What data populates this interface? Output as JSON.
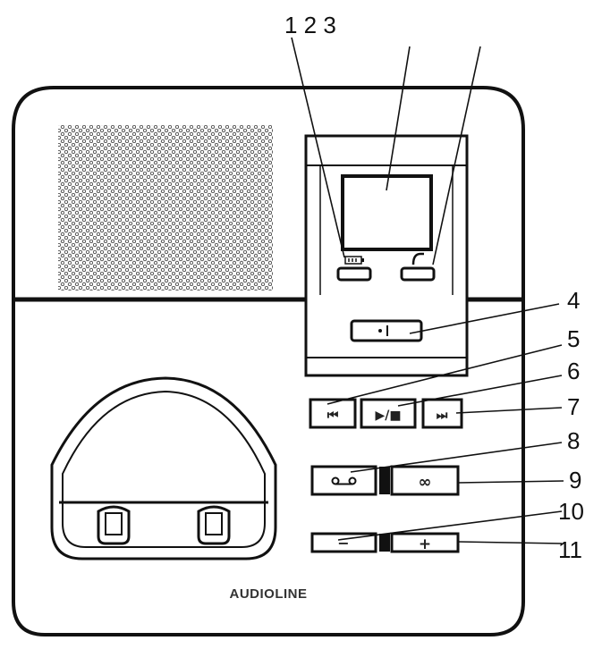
{
  "brand": "AUDIOLINE",
  "callouts": {
    "top": "1 2 3",
    "c4": "4",
    "c5": "5",
    "c6": "6",
    "c7": "7",
    "c8": "8",
    "c9": "9",
    "c10": "10",
    "c11": "11"
  },
  "buttons": {
    "skip_back": "⏮",
    "play_stop": "▶/■",
    "skip_forward": "⏭",
    "memo": "∞",
    "minus": "−",
    "plus": "+"
  },
  "icons": {
    "battery": "battery-icon",
    "handset": "handset-icon",
    "speaker_mic": "mic-icon",
    "tape": "tape-icon"
  }
}
